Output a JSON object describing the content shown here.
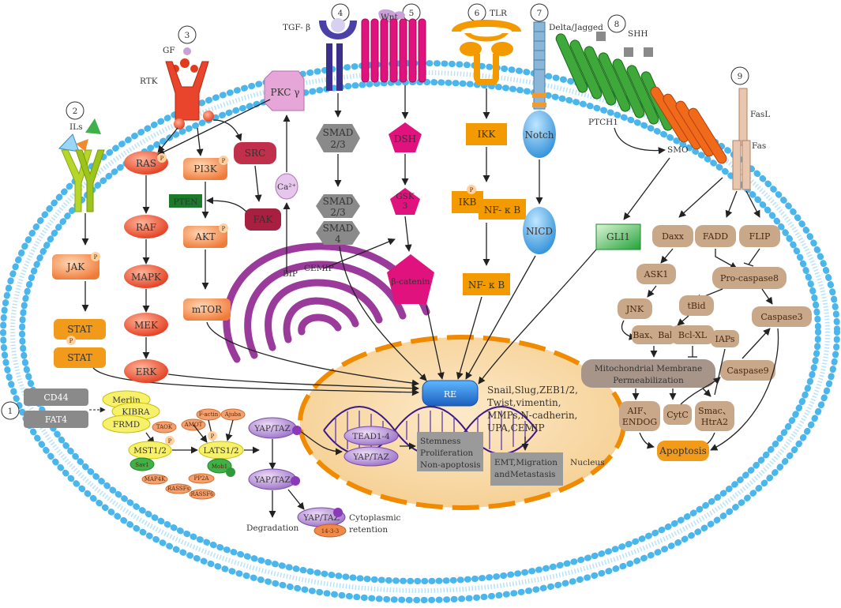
{
  "pathways": {
    "p1": {
      "number": "1",
      "cd44": "CD44",
      "fat4": "FAT4"
    },
    "p2": {
      "number": "2",
      "ils": "ILs",
      "jak": "JAK",
      "stat1": "STAT",
      "stat2": "STAT"
    },
    "p3": {
      "number": "3",
      "gf": "GF",
      "rtk": "RTK",
      "ras": "RAS",
      "raf": "RAF",
      "mapk": "MAPK",
      "mek": "MEK",
      "erk": "ERK",
      "pi3k": "PI3K",
      "pten": "PTEN",
      "akt": "AKT",
      "mtor": "mTOR",
      "src": "SRC",
      "fak": "FAK",
      "pkc": "PKC γ",
      "ca": "Ca²⁺",
      "bip": "BIP",
      "cemip": "CEMIP"
    },
    "p4": {
      "number": "4",
      "tgfb": "TGF- β",
      "smad23a": "SMAD",
      "smad23b": "2/3",
      "smadc1": "SMAD",
      "smadc2": "2/3",
      "smadc3": "SMAD",
      "smadc4": "4"
    },
    "p5": {
      "number": "5",
      "wnt": "Wnt",
      "dsh": "DSH",
      "gsk1": "GSK",
      "gsk2": "3",
      "bcat": "β-catenin"
    },
    "p6": {
      "number": "6",
      "tlr": "TLR",
      "ikk": "IKK",
      "ikb": "IKB",
      "nfkb1": "NF- κ B",
      "nfkb2": "NF- κ B"
    },
    "p7": {
      "number": "7",
      "delta": "Delta/Jagged",
      "notch": "Notch",
      "nicd": "NICD"
    },
    "p8": {
      "number": "8",
      "shh": "SHH",
      "ptch": "PTCH1",
      "smo": "SMO",
      "gli": "GLI1"
    },
    "p9": {
      "number": "9",
      "fasl": "FasL",
      "fas": "Fas",
      "daxx": "Daxx",
      "fadd": "FADD",
      "flip": "FLIP",
      "ask1": "ASK1",
      "procasp8": "Pro-caspase8",
      "jnk": "JNK",
      "tbid": "tBid",
      "caspase3": "Caspase3",
      "baxbak": "Bax、Bak",
      "bclxl": "Bcl-XL",
      "iaps": "IAPs",
      "mmp1": "Mitochondrial Membrane",
      "mmp2": "Permeabilization",
      "caspase9": "Caspase9",
      "aif1": "AIF、",
      "aif2": "ENDOG",
      "cytc": "CytC",
      "smac1": "Smac、",
      "smac2": "HtrA2",
      "apoptosis": "Apoptosis"
    }
  },
  "hippo": {
    "merlin": "Merlin",
    "kibra": "KIBRA",
    "frmd": "FRMD",
    "taok": "TAOK",
    "amot": "AMOT",
    "factin": "F-actin",
    "ajuba": "Ajuba",
    "mst": "MST1/2",
    "lats": "LATS1/2",
    "sav1": "Sav1",
    "mob1": "Mob1",
    "map4k": "MAP4K",
    "rassfs": "RASSFs",
    "pp2a": "PP2A",
    "rassf6": "RASSF6",
    "yaptaz1": "YAP/TAZ",
    "yaptaz2": "YAP/TAZ",
    "yaptaz3": "YAP/TAZ",
    "p1433": "14-3-3",
    "degradation": "Degradation",
    "cyto1": "Cytoplasmic",
    "cyto2": "retention"
  },
  "nucleus": {
    "label": "Nucleus",
    "re": "RE",
    "targets": [
      "Snail,Slug,ZEB1/2,",
      "Twist,vimentin,",
      "MMPs,N-cadherin,",
      "UPA,CEMIP"
    ],
    "tead": "TEAD1-4",
    "yaptaz": "YAP/TAZ",
    "stem": [
      "Stemness",
      "Proliferation",
      "Non-apoptosis"
    ],
    "emt": [
      "EMT,Migration",
      "and",
      "Metastasis"
    ]
  },
  "phospho_label": "P",
  "colors": {
    "membrane": "#48b8ef",
    "nucleus": "#f9d9a8",
    "nucleus_border": "#f08a00",
    "golgi": "#9a3a9a",
    "ras": "#e8452c",
    "pi3k": "#f08a50",
    "smad": "#8a8a8a",
    "wnt": "#e0137e",
    "tlr": "#f29a00",
    "notch": "#3a9ee0",
    "gli": "#2aa843",
    "fas": "#c4a585"
  }
}
